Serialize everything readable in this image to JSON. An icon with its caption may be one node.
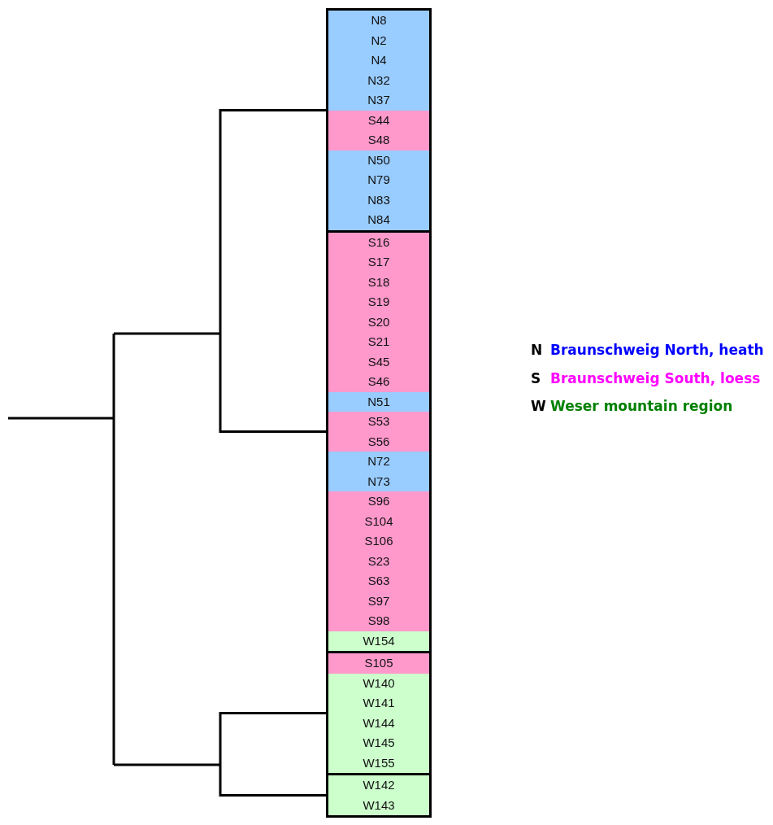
{
  "diagram": {
    "nodes": [
      {
        "text": [],
        "shape": "box"
      },
      {
        "text": [
          "N8"
        ],
        "in": 0
      },
      {
        "text": [
          "N2"
        ],
        "in": 0
      },
      {
        "text": [
          "N4"
        ],
        "in": 0
      },
      {
        "text": [
          "N32"
        ],
        "in": 0
      },
      {
        "text": [
          "N37"
        ],
        "in": 0
      },
      {
        "text": [
          "S44"
        ],
        "in": 0
      },
      {
        "text": [
          "S48"
        ],
        "in": 0
      },
      {
        "text": [
          "N50"
        ],
        "in": 0
      },
      {
        "text": [
          "N79"
        ],
        "in": 0
      },
      {
        "text": [
          "N83"
        ],
        "in": 0
      },
      {
        "text": [
          "N84"
        ],
        "in": 0
      },
      {
        "text": [],
        "shape": "box"
      },
      {
        "text": [
          "S16"
        ],
        "in": 12
      },
      {
        "text": [
          "S17"
        ],
        "in": 12
      },
      {
        "text": [
          "S18"
        ],
        "in": 12
      },
      {
        "text": [
          "S19"
        ],
        "in": 12
      },
      {
        "text": [
          "S20"
        ],
        "in": 12
      },
      {
        "text": [
          "S21"
        ],
        "in": 12
      },
      {
        "text": [
          "S45"
        ],
        "in": 12
      },
      {
        "text": [
          "S46"
        ],
        "in": 12
      },
      {
        "text": [
          "N51"
        ],
        "in": 12
      },
      {
        "text": [
          "S53"
        ],
        "in": 12
      },
      {
        "text": [
          "S56"
        ],
        "in": 12
      },
      {
        "text": [
          "N72"
        ],
        "in": 12
      },
      {
        "text": [
          "N73"
        ],
        "in": 12
      },
      {
        "text": [
          "S96"
        ],
        "in": 12
      },
      {
        "text": [
          "S104"
        ],
        "in": 12
      },
      {
        "text": [
          "S106"
        ],
        "in": 12
      },
      {
        "text": [
          "S23"
        ],
        "in": 12
      },
      {
        "text": [
          "S63"
        ],
        "in": 12
      },
      {
        "text": [
          "S97"
        ],
        "in": 12
      },
      {
        "text": [
          "S98"
        ],
        "in": 12
      },
      {
        "text": [
          "W154"
        ],
        "in": 12
      },
      {
        "text": [],
        "shape": "box"
      },
      {
        "text": [
          "S105"
        ],
        "in": 34
      },
      {
        "text": [
          "W140"
        ],
        "in": 34
      },
      {
        "text": [
          "W141"
        ],
        "in": 34
      },
      {
        "text": [
          "W144"
        ],
        "in": 34
      },
      {
        "text": [
          "W145"
        ],
        "in": 34
      },
      {
        "text": [
          "W155"
        ],
        "in": 34
      },
      {
        "text": [],
        "shape": "box"
      },
      {
        "text": [
          "W142"
        ],
        "in": 41
      },
      {
        "text": [
          "W143"
        ],
        "in": 41
      }
    ],
    "edges": [
      {
        "from": 0,
        "to": 12,
        "arrow": "none"
      },
      {
        "from": 34,
        "to": 41,
        "arrow": "none"
      }
    ],
    "labels": [
      "N",
      "S",
      "W"
    ],
    "legend": [
      {
        "text": "Braunschweig North, heath",
        "color": "#0000ff"
      },
      {
        "text": "Braunschweig South, loess",
        "color": "#ff00ff"
      },
      {
        "text": "Weser mountain region",
        "color": "#008000"
      }
    ]
  }
}
